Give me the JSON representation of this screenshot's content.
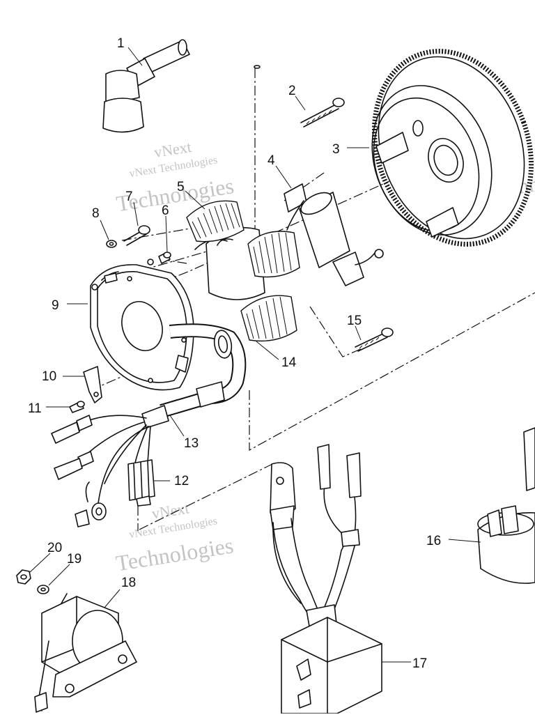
{
  "watermark": {
    "company_short": "vNext",
    "company_full": "vNext Technologies",
    "word": "Technologies"
  },
  "callouts": {
    "c1": "1",
    "c2": "2",
    "c3": "3",
    "c4": "4",
    "c5": "5",
    "c6": "6",
    "c7": "7",
    "c8": "8",
    "c9": "9",
    "c10": "10",
    "c11": "11",
    "c12": "12",
    "c13": "13",
    "c14": "14",
    "c15": "15",
    "c16": "16",
    "c17": "17",
    "c18": "18",
    "c19": "19",
    "c20": "20"
  }
}
